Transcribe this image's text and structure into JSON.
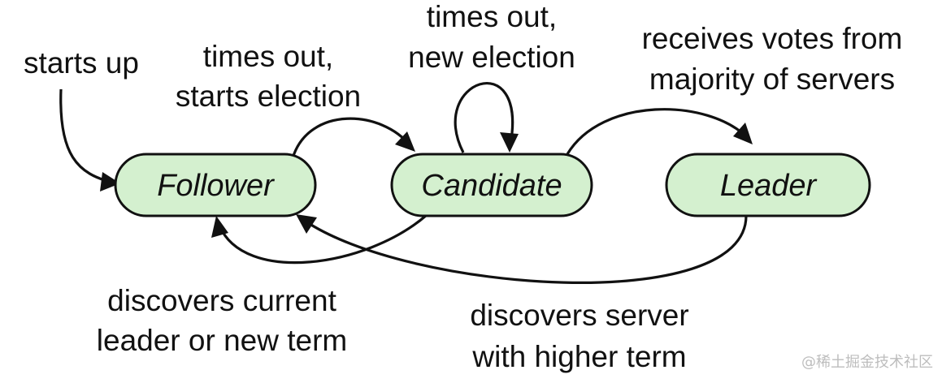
{
  "states": {
    "follower": "Follower",
    "candidate": "Candidate",
    "leader": "Leader"
  },
  "transitions": {
    "starts_up": [
      "starts up"
    ],
    "times_out_starts_election": [
      "times out,",
      "starts election"
    ],
    "times_out_new_election": [
      "times out,",
      "new election"
    ],
    "receives_votes": [
      "receives votes from",
      "majority of servers"
    ],
    "discovers_current_leader": [
      "discovers current",
      "leader or new term"
    ],
    "discovers_higher_term": [
      "discovers server",
      "with higher term"
    ]
  },
  "watermark": "@稀土掘金技术社区",
  "colors": {
    "state_fill": "#d4f0cf",
    "stroke": "#111111"
  }
}
